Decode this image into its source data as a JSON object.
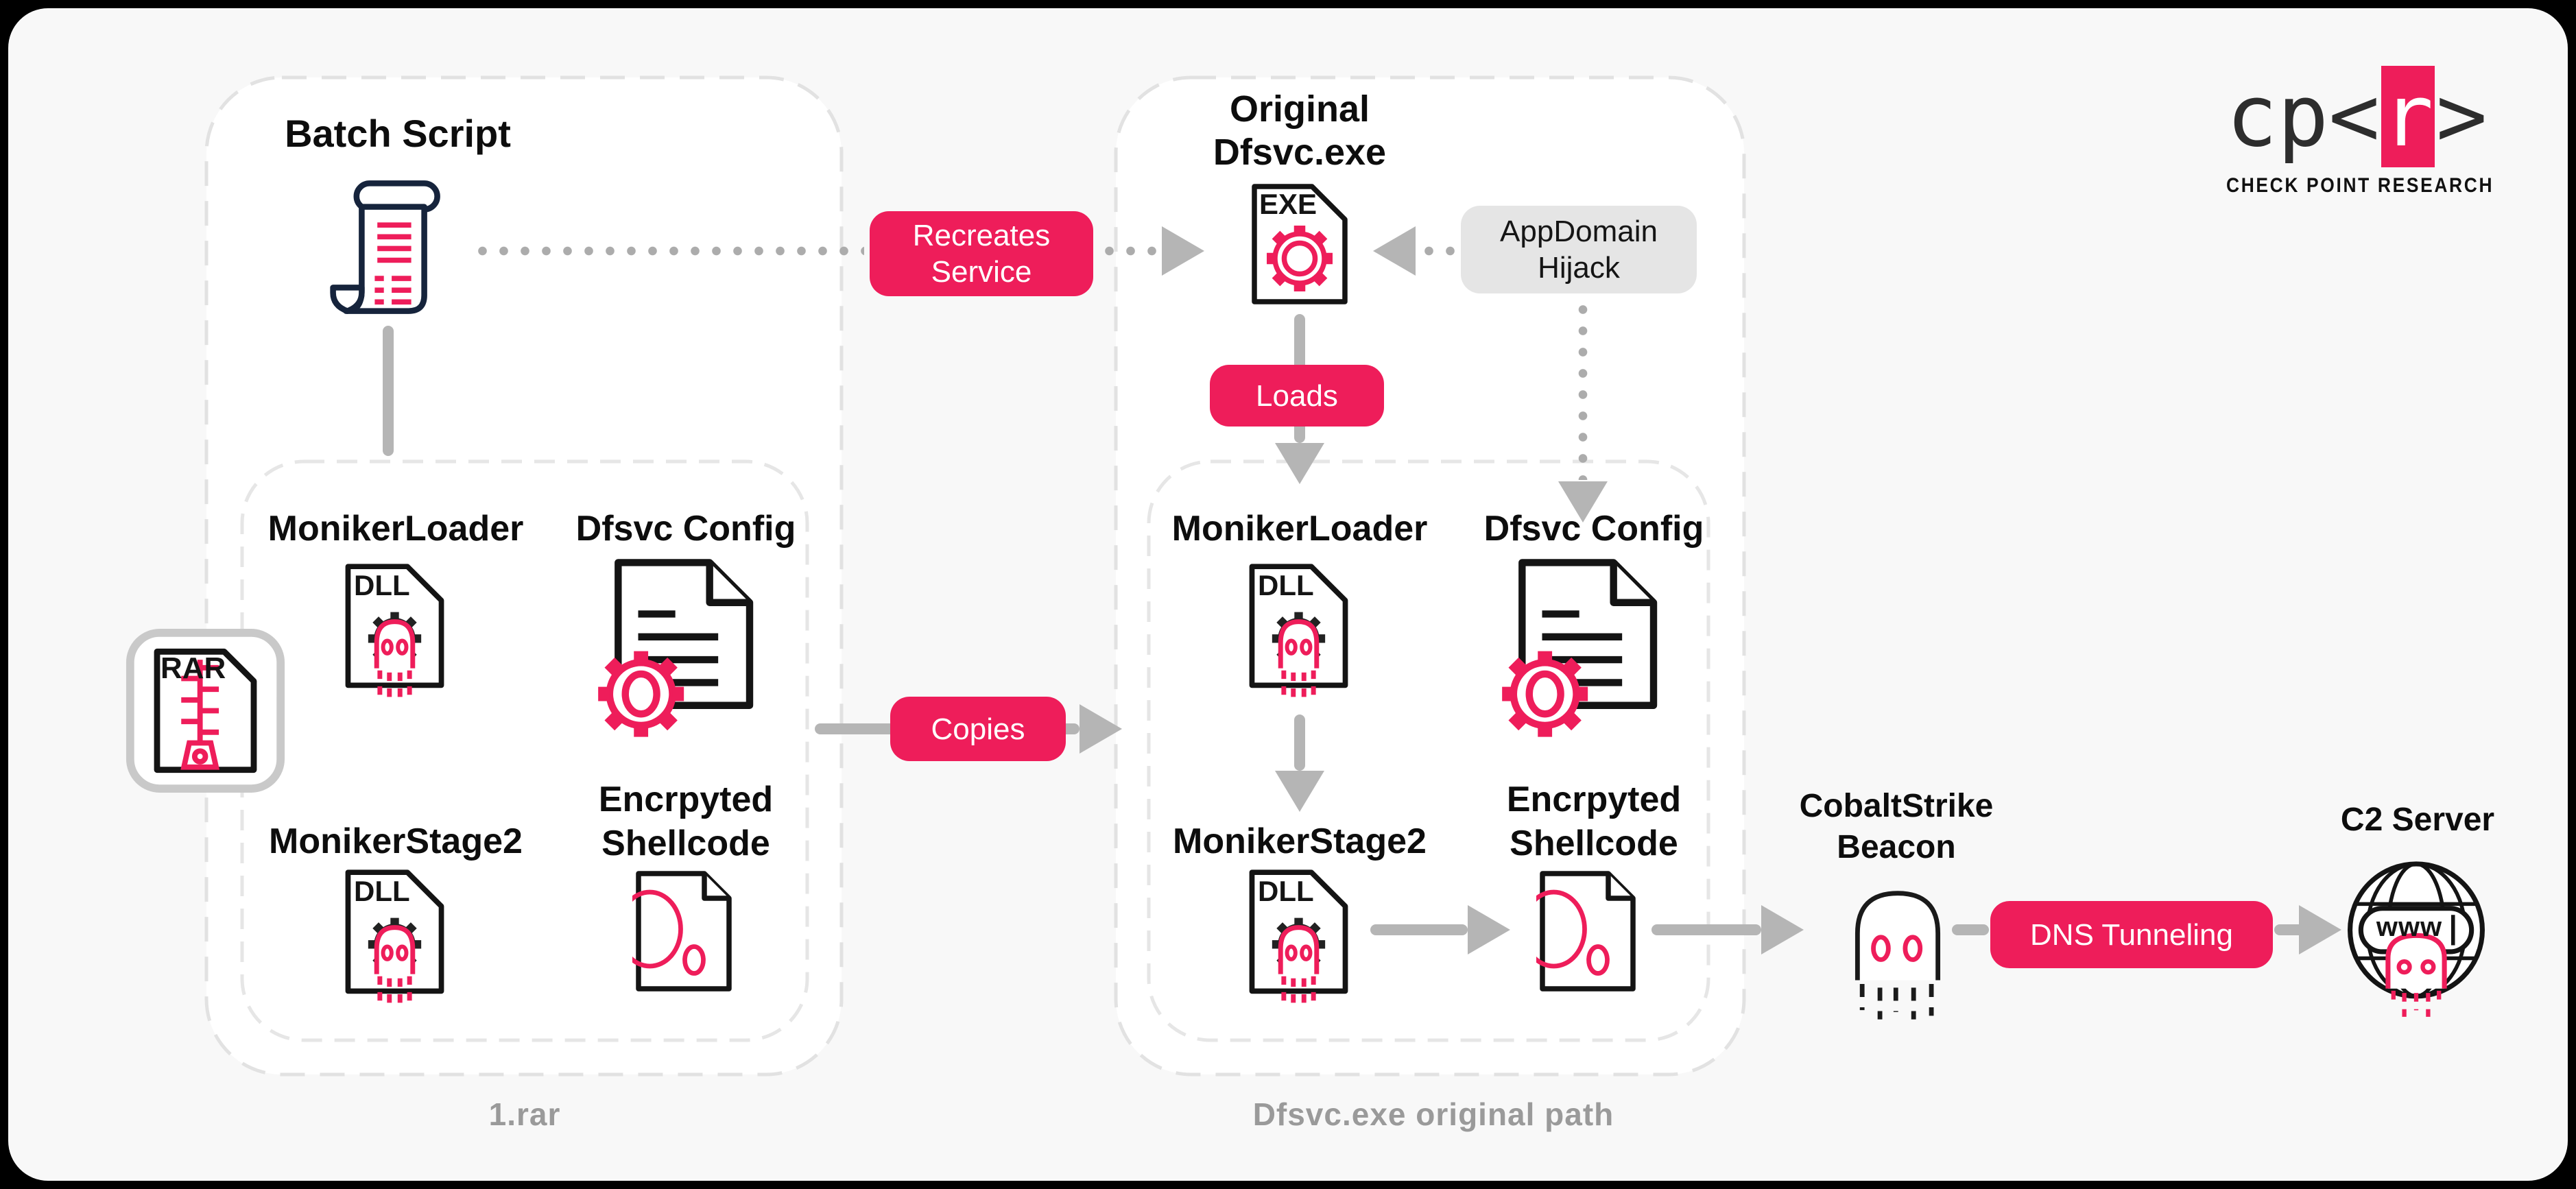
{
  "colors": {
    "pink": "#EE1D5A",
    "arrow_gray": "#B5B5B5",
    "badge_gray_bg": "#E5E5E5",
    "box_border": "#E2E2E2",
    "inner_box_border": "#E6E6E6",
    "panel_bg": "#F8F8F8",
    "footer_text": "#9A9A9A",
    "ink": "#141414",
    "scroll_navy": "#16243C"
  },
  "logo": {
    "prefix": "cp<",
    "r": "r",
    "suffix": ">",
    "subtitle": "CHECK POINT RESEARCH"
  },
  "nodes": {
    "batch_script": "Batch Script",
    "original_line1": "Original",
    "original_line2": "Dfsvc.exe",
    "moniker_loader": "MonikerLoader",
    "dfsvc_config": "Dfsvc Config",
    "moniker_stage2": "MonikerStage2",
    "shellcode_line1": "Encrpyted",
    "shellcode_line2": "Shellcode",
    "cobalt_line1": "CobaltStrike",
    "cobalt_line2": "Beacon",
    "c2_server": "C2 Server"
  },
  "badges": {
    "recreates_line1": "Recreates",
    "recreates_line2": "Service",
    "loads": "Loads",
    "copies": "Copies",
    "appdomain_line1": "AppDomain",
    "appdomain_line2": "Hijack",
    "dns_tunneling": "DNS Tunneling"
  },
  "file_types": {
    "exe": "EXE",
    "dll": "DLL",
    "rar": "RAR",
    "www": "www"
  },
  "footers": {
    "left_box": "1.rar",
    "right_box": "Dfsvc.exe original path"
  }
}
